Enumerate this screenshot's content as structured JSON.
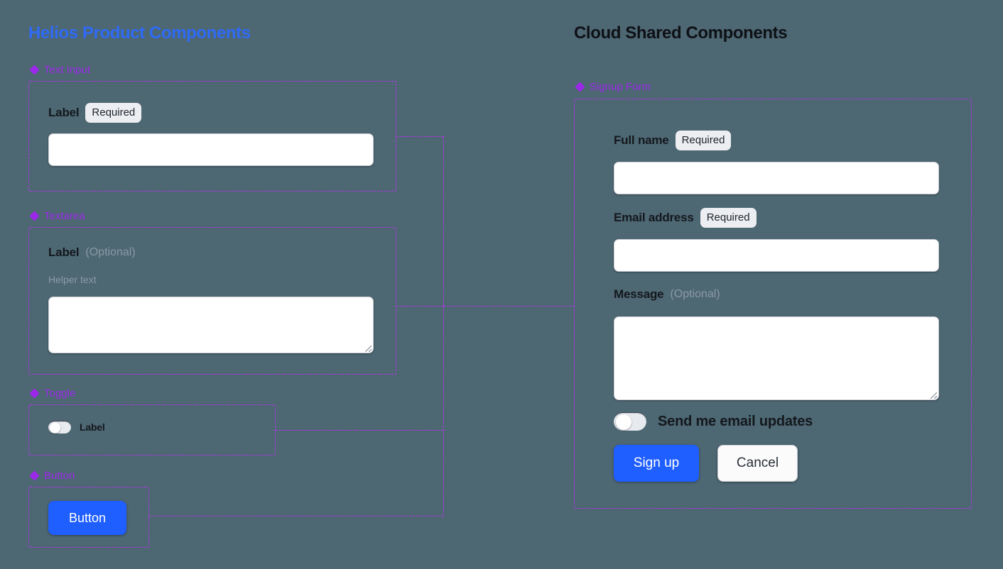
{
  "background_color": "#4d6773",
  "accent_colors": {
    "left_header": "#2f6bf6",
    "right_header": "#0e1116",
    "section_caption": "#9b28e8",
    "frame_dashed": "#b832f0",
    "primary_button": "#1f5eff",
    "badge_bg": "#eceef1"
  },
  "left_column": {
    "title": "Helios Product Components",
    "sections": [
      {
        "caption": "Text Input",
        "icon": "diamond-cluster-icon",
        "label": "Label",
        "badge": "Required"
      },
      {
        "caption": "Textarea",
        "icon": "diamond-cluster-icon",
        "label": "Label",
        "optional": "(Optional)",
        "helper": "Helper text"
      },
      {
        "caption": "Toggle",
        "icon": "diamond-cluster-icon",
        "toggle_label": "Label",
        "toggle_state": "off"
      },
      {
        "caption": "Button",
        "icon": "diamond-cluster-icon",
        "button_label": "Button"
      }
    ]
  },
  "right_column": {
    "title": "Cloud Shared Components",
    "section": {
      "caption": "Signup Form",
      "icon": "diamond-cluster-icon"
    },
    "form": {
      "fields": [
        {
          "label": "Full name",
          "badge": "Required",
          "type": "text",
          "value": "",
          "placeholder": ""
        },
        {
          "label": "Email address",
          "badge": "Required",
          "type": "text",
          "value": "",
          "placeholder": ""
        },
        {
          "label": "Message",
          "optional": "(Optional)",
          "type": "textarea",
          "value": "",
          "placeholder": ""
        }
      ],
      "toggle": {
        "label": "Send me email updates",
        "state": "off"
      },
      "actions": {
        "primary": "Sign up",
        "secondary": "Cancel"
      }
    }
  }
}
